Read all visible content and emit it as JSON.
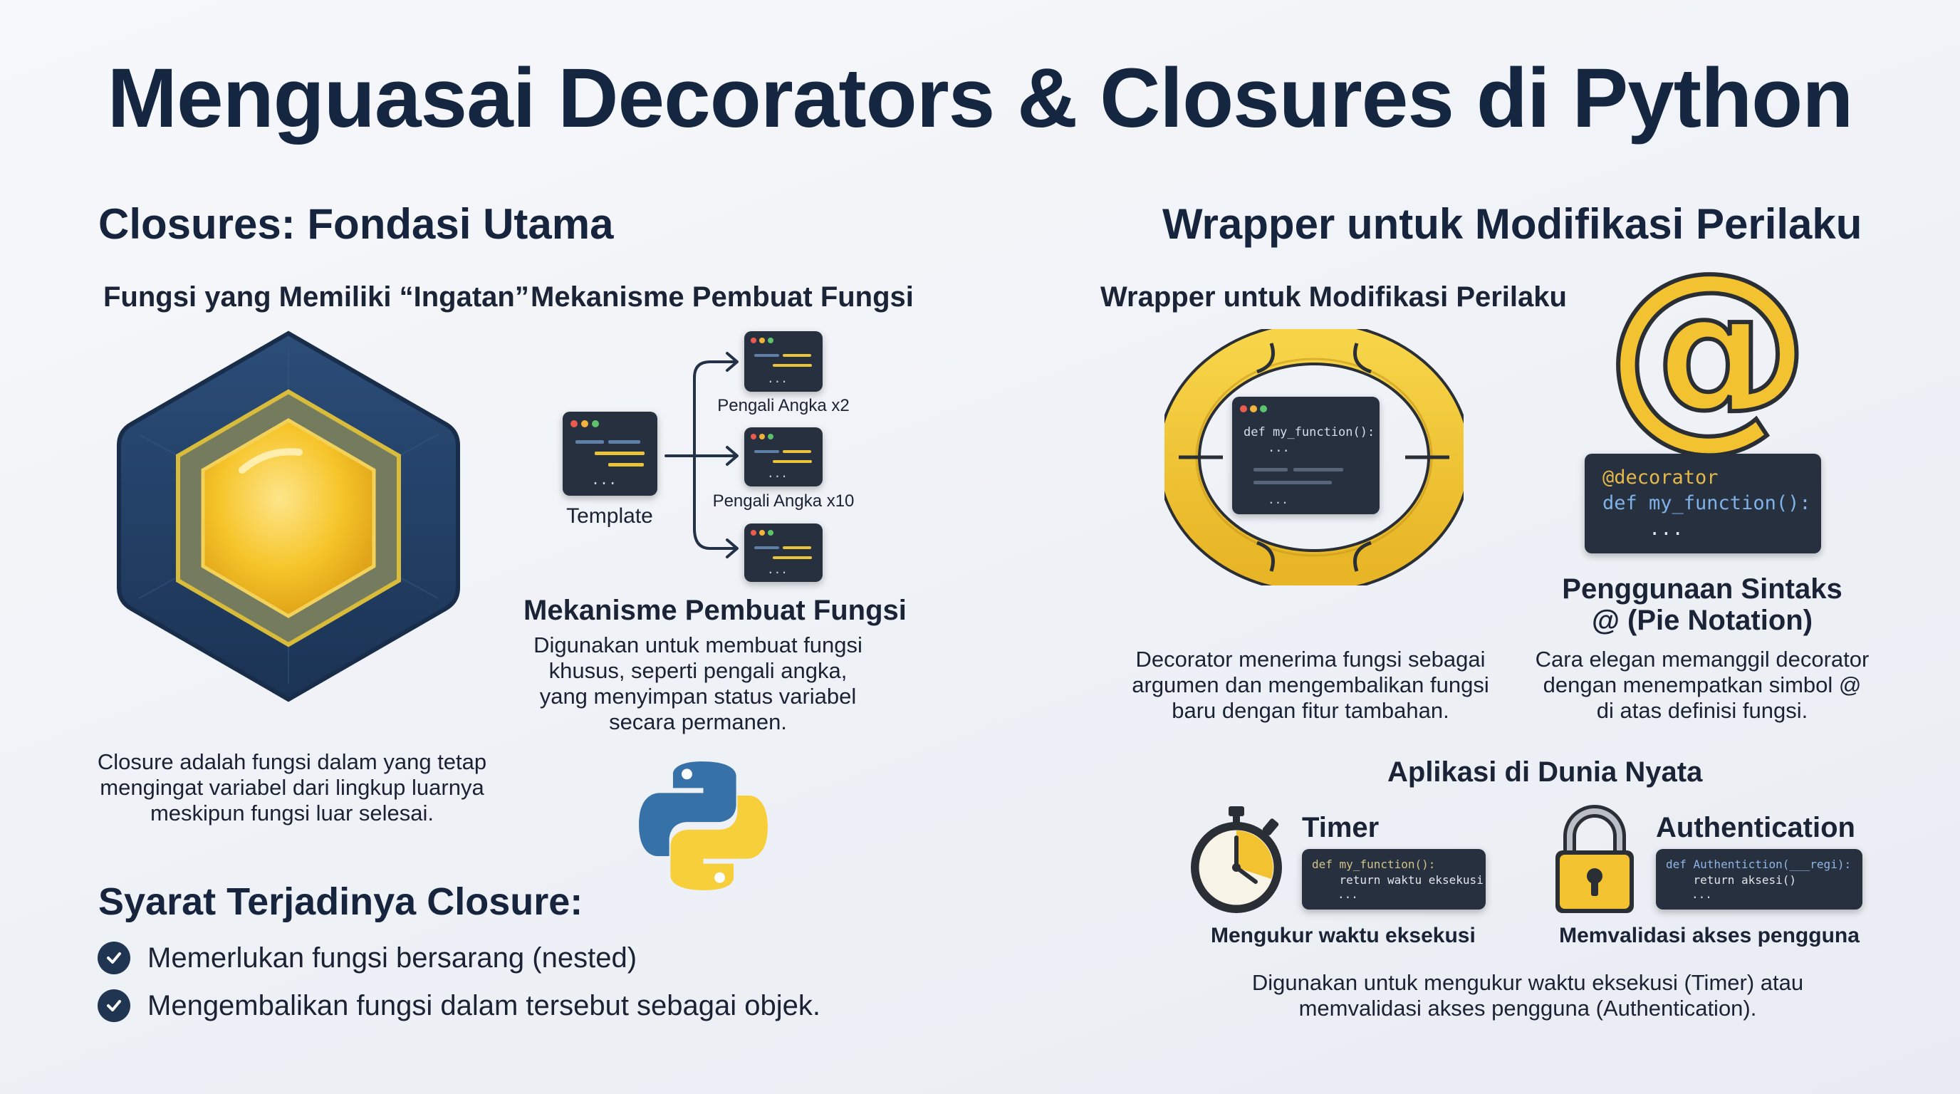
{
  "title": "Menguasai Decorators & Closures di Python",
  "left": {
    "heading": "Closures: Fondasi Utama",
    "memory": {
      "title": "Fungsi yang Memiliki “Ingatan”",
      "description": "Closure adalah fungsi dalam yang tetap mengingat variabel dari lingkup luarnya meskipun fungsi luar selesai."
    },
    "factory": {
      "title": "Mekanisme Pembuat Fungsi",
      "template_label": "Template",
      "outputs": [
        "Pengali Angka x2",
        "Pengali Angka x10"
      ],
      "subtitle": "Mekanisme Pembuat Fungsi",
      "description": "Digunakan untuk membuat fungsi khusus, seperti pengali angka, yang menyimpan status variabel secara permanen."
    },
    "requirements": {
      "heading": "Syarat Terjadinya Closure:",
      "items": [
        "Memerlukan fungsi bersarang (nested)",
        "Mengembalikan fungsi dalam tersebut sebagai objek."
      ]
    }
  },
  "right": {
    "heading": "Wrapper untuk Modifikasi Perilaku",
    "wrapper": {
      "title": "Wrapper untuk Modifikasi Perilaku",
      "code": [
        "def my_function():",
        "..."
      ],
      "description": "Decorator menerima fungsi sebagai argumen dan mengembalikan fungsi baru dengan fitur tambahan."
    },
    "pie": {
      "symbol": "@",
      "code": [
        "@decorator",
        "def my_function():",
        "..."
      ],
      "title": "Penggunaan Sintaks @ (Pie Notation)",
      "description": "Cara elegan memanggil decorator dengan menempatkan simbol @ di atas definisi fungsi."
    },
    "applications": {
      "heading": "Aplikasi di Dunia Nyata",
      "timer": {
        "title": "Timer",
        "code": [
          "def my_function():",
          "    return waktu eksekusi",
          "..."
        ],
        "caption": "Mengukur waktu eksekusi"
      },
      "auth": {
        "title": "Authentication",
        "code": [
          "def Authentiction(___regi):",
          "    return aksesi()",
          "..."
        ],
        "caption": "Memvalidasi akses pengguna"
      },
      "description": "Digunakan untuk mengukur waktu eksekusi (Timer) atau memvalidasi akses pengguna (Authentication)."
    }
  },
  "colors": {
    "navy": "#1f3a5f",
    "gold": "#f2c230",
    "code_bg": "#26303e",
    "python_blue": "#3671a8",
    "python_yellow": "#f7cf3a"
  },
  "icons": [
    "hexagon-memory-icon",
    "code-window-icon",
    "ring-wrapper-icon",
    "at-sign-icon",
    "python-logo-icon",
    "stopwatch-icon",
    "padlock-icon",
    "check-icon"
  ]
}
